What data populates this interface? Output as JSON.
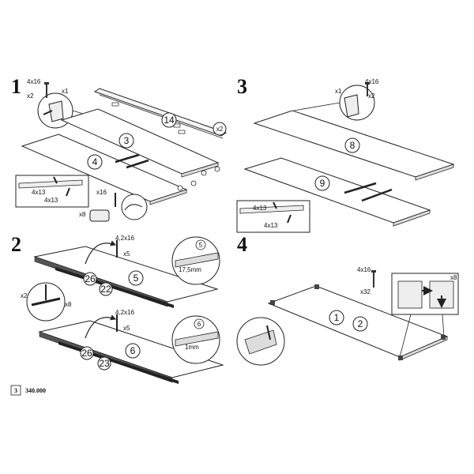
{
  "steps": {
    "s1": "1",
    "s2": "2",
    "s3": "3",
    "s4": "4"
  },
  "step1": {
    "screw_spec": "4x16",
    "screw_qty": "x2",
    "bracket_qty": "x1",
    "rail_part": "14",
    "rail_qty": "x2",
    "panel_upper": "3",
    "panel_lower": "4",
    "slide_screw_a": "4x13",
    "slide_screw_b": "4x13",
    "dowel_qty": "x16",
    "cam_qty": "x8"
  },
  "step2": {
    "screw_spec_a": "4,2x16",
    "screw_qty_a": "x5",
    "panel_a": "5",
    "strip_a": "26",
    "rail_a": "22",
    "detail_a_num": "5",
    "detail_a_dim": "17,5mm",
    "screw_spec_b": "4,2x16",
    "screw_qty_b": "x5",
    "panel_b": "6",
    "strip_b": "26",
    "rail_b": "23",
    "detail_b_num": "6",
    "detail_b_dim": "1mm",
    "side_qty_a": "x2",
    "side_qty_b": "x8"
  },
  "step3": {
    "screw_spec": "4x16",
    "bracket_qty": "x1",
    "screw_qty": "x2",
    "panel_upper": "8",
    "panel_lower": "9",
    "slide_screw_a": "4x13",
    "slide_screw_b": "4x13"
  },
  "step4": {
    "screw_spec": "4x16",
    "screw_qty": "x32",
    "foot_qty": "x8",
    "panel_a": "1",
    "panel_b": "2"
  },
  "footer": {
    "page": "3",
    "code": "340.000"
  }
}
